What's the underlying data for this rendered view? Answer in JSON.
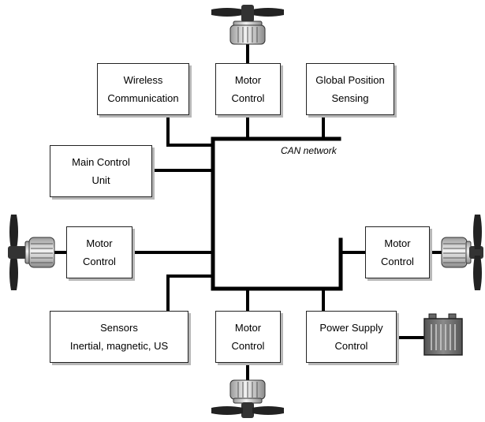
{
  "network": {
    "label": "CAN network"
  },
  "nodes": {
    "wireless": {
      "lines": [
        "Wireless",
        "Communication"
      ]
    },
    "motor_top": {
      "lines": [
        "Motor",
        "Control"
      ]
    },
    "gps": {
      "lines": [
        "Global Position",
        "Sensing"
      ]
    },
    "main_control": {
      "lines": [
        "Main Control",
        "Unit"
      ]
    },
    "motor_left": {
      "lines": [
        "Motor",
        "Control"
      ]
    },
    "motor_right": {
      "lines": [
        "Motor",
        "Control"
      ]
    },
    "sensors": {
      "lines": [
        "Sensors",
        "Inertial, magnetic, US"
      ]
    },
    "motor_bottom": {
      "lines": [
        "Motor",
        "Control"
      ]
    },
    "power_supply": {
      "lines": [
        "Power Supply",
        "Control"
      ]
    }
  },
  "icons": {
    "motor": "motor-with-propeller-icon",
    "battery": "battery-icon"
  },
  "colors": {
    "bus": "#000000",
    "box_border": "#222222",
    "box_shadow": "#b8b8b8",
    "motor_body": "#d8d8d8",
    "battery": "#6e6e6e"
  }
}
